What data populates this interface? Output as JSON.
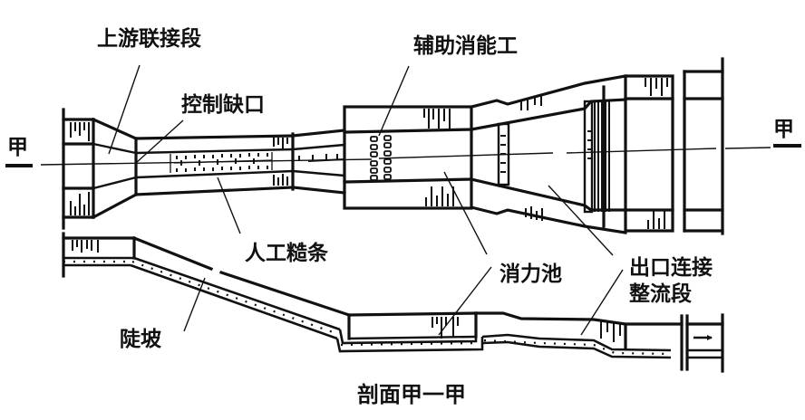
{
  "figure": {
    "title": "剖面甲一甲",
    "section_mark_left": "甲",
    "section_mark_right": "甲"
  },
  "labels": {
    "upstream_connection": "上游联接段",
    "control_notch": "控制缺口",
    "auxiliary_energy_dissipator": "辅助消能工",
    "artificial_roughness_strips": "人工糙条",
    "steep_slope": "陡坡",
    "stilling_basin": "消力池",
    "outlet_connection_line1": "出口连接",
    "outlet_connection_line2": "整流段"
  }
}
